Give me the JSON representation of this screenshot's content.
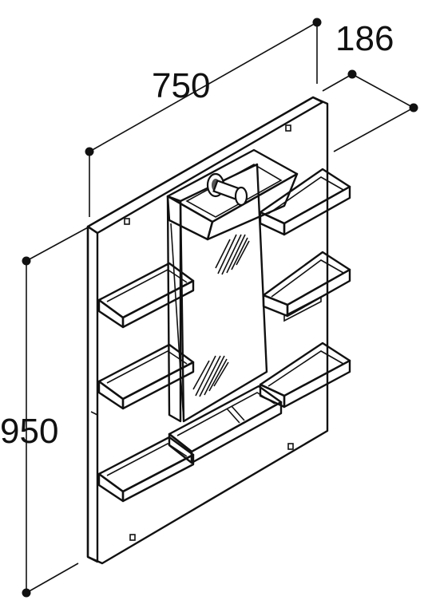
{
  "dimensions": {
    "width": "750",
    "depth": "186",
    "height": "950"
  },
  "colors": {
    "line": "#111111",
    "cabinet_face": "#ffffff",
    "cabinet_side": "#eeeeee",
    "shelf_fill": "#f2f2f2",
    "mirror": "#ffffff",
    "hardware": "#555555"
  }
}
